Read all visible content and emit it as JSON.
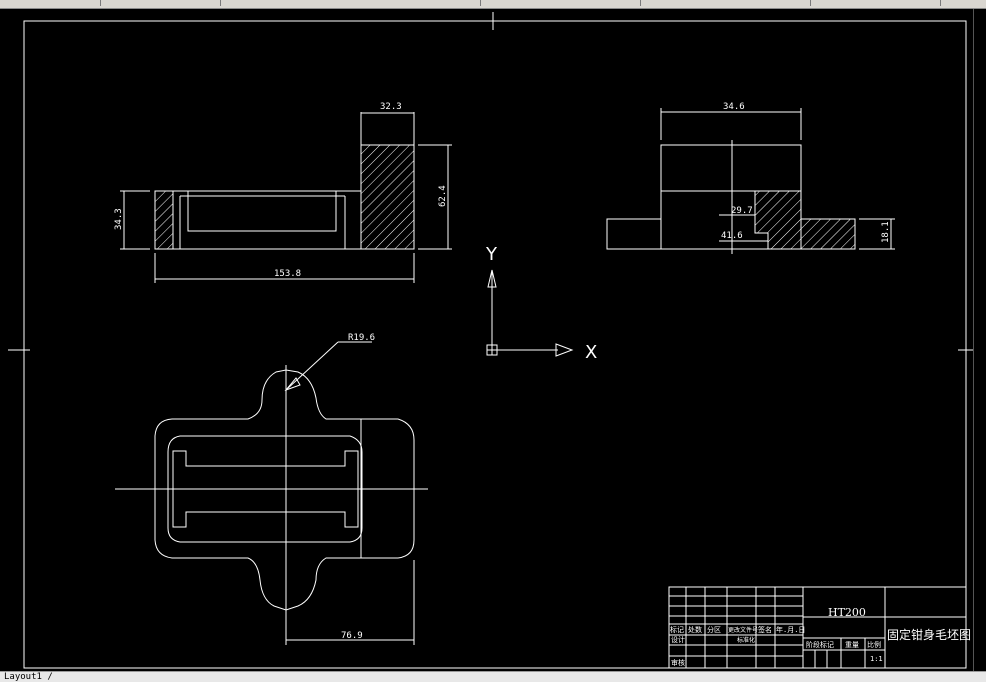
{
  "app": {
    "layout_tab": "Layout1",
    "tab_separator": "/"
  },
  "drawing": {
    "top_view": {
      "dim_width": "32.3",
      "dim_height_left": "34.3",
      "dim_height_right": "62.4",
      "dim_total": "153.8"
    },
    "side_view": {
      "dim_top": "34.6",
      "dim_inner1": "29.7",
      "dim_inner2": "41.6",
      "dim_height": "18.1"
    },
    "plan_view": {
      "radius": "R19.6",
      "dim_width": "76.9"
    },
    "ucs": {
      "x_label": "X",
      "y_label": "Y"
    },
    "title_block": {
      "material": "HT200",
      "part_name": "固定钳身毛坯图",
      "row_headers": [
        "标记",
        "处数",
        "分区",
        "更改文件号",
        "签名",
        "年.月.日"
      ],
      "design_label": "设计",
      "check_label": "审核",
      "std_label": "标准化",
      "stage_headers": [
        "阶段标记",
        "重量",
        "比例"
      ],
      "scale": "1:1"
    }
  },
  "colors": {
    "background": "#000000",
    "line": "#ffffff"
  }
}
